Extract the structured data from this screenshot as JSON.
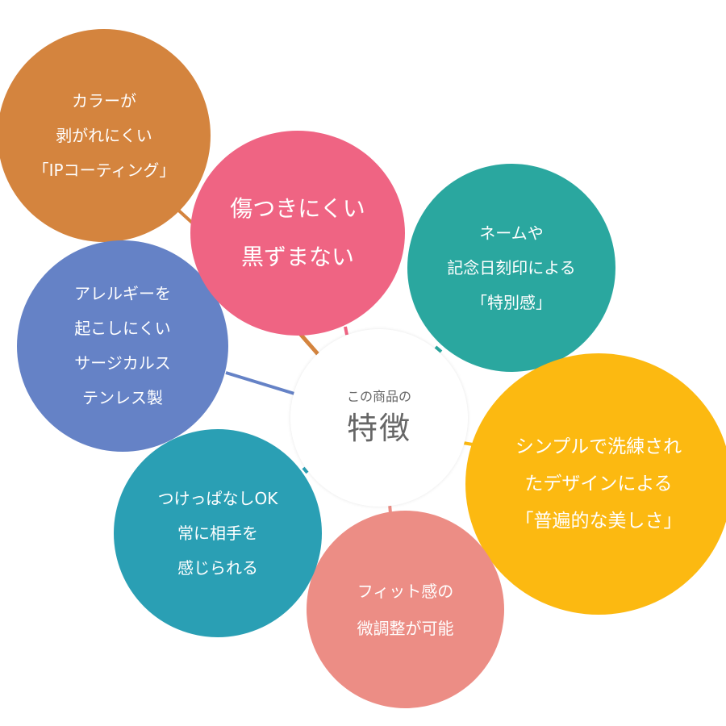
{
  "center": {
    "subtitle": "この商品の",
    "title": "特徴"
  },
  "colors": {
    "color_bubble": "#d4843e",
    "scratch_bubble": "#ef6483",
    "name_bubble": "#2aa79f",
    "allergy_bubble": "#6582c6",
    "simple_bubble": "#fcb911",
    "fit_bubble": "#ec8d85",
    "wear_bubble": "#2a9fb4"
  },
  "features": {
    "color": {
      "lines": [
        "カラーが",
        "剥がれにくい",
        "「IPコーティング」"
      ]
    },
    "scratch": {
      "lines": [
        "傷つきにくい",
        "黒ずまない"
      ]
    },
    "name": {
      "lines": [
        "ネームや",
        "記念日刻印による",
        "「特別感」"
      ]
    },
    "allergy": {
      "lines": [
        "アレルギーを",
        "起こしにくい",
        "サージカルス",
        "テンレス製"
      ]
    },
    "simple": {
      "lines": [
        "シンプルで洗練され",
        "たデザインによる",
        "「普遍的な美しさ」"
      ]
    },
    "fit": {
      "lines": [
        "フィット感の",
        "微調整が可能"
      ]
    },
    "wear": {
      "lines": [
        "つけっぱなしOK",
        "常に相手を",
        "感じられる"
      ]
    }
  }
}
